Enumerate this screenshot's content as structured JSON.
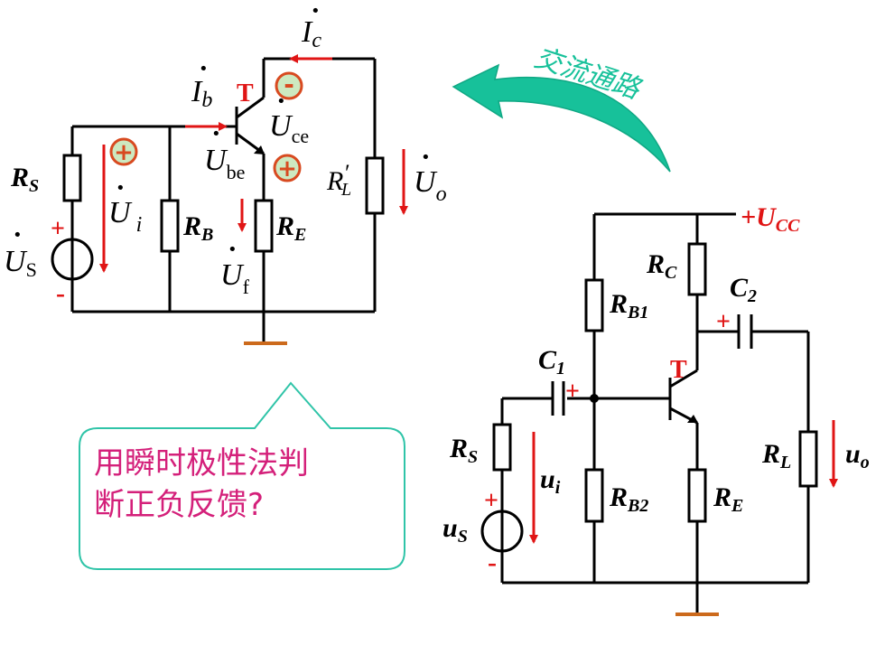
{
  "colors": {
    "wire": "#000000",
    "red": "#e01515",
    "ground": "#cc6a1c",
    "polarity_fill": "#cde9c0",
    "arrow_teal": "#17c19a",
    "callout_border": "#2fc4a8",
    "callout_text": "#d4207a",
    "label_red": "#e01515"
  },
  "icons": {
    "ground": "ground-symbol-icon",
    "source": "voltage-source-icon",
    "polarity": "polarity-circle-icon",
    "curved_arrow": "curved-arrow-icon"
  },
  "ac_circuit": {
    "rs": "R",
    "rs_sub": "S",
    "rb": "R",
    "rb_sub": "B",
    "re": "R",
    "re_sub": "E",
    "rl": "R",
    "rl_prime": "′",
    "rl_sub": "L",
    "transistor": "T",
    "us_sym": "U",
    "us_sub": "S",
    "ui_sym": "U",
    "ui_sub": "i",
    "ube_sym": "U",
    "ube_sub": "be",
    "uce_sym": "U",
    "uce_sub": "ce",
    "uf_sym": "U",
    "uf_sub": "f",
    "uo_sym": "U",
    "uo_sub": "o",
    "ib_sym": "I",
    "ib_sub": "b",
    "ic_sym": "I",
    "ic_sub": "c",
    "plus": "+",
    "minus": "-",
    "pol_plus": "+",
    "pol_minus": "-",
    "dot": "·"
  },
  "arrow_label": "交流通路",
  "full_circuit": {
    "vcc": "+U",
    "vcc_sub": "CC",
    "rc": "R",
    "rc_sub": "C",
    "c2": "C",
    "c2_sub": "2",
    "c1": "C",
    "c1_sub": "1",
    "rb1": "R",
    "rb1_sub": "B1",
    "rb2": "R",
    "rb2_sub": "B2",
    "re": "R",
    "re_sub": "E",
    "rl": "R",
    "rl_sub": "L",
    "rs": "R",
    "rs_sub": "S",
    "transistor": "T",
    "ui": "u",
    "ui_sub": "i",
    "us": "u",
    "us_sub": "S",
    "uo": "u",
    "uo_sub": "o",
    "plus": "+",
    "minus": "-"
  },
  "callout": {
    "line1": "用瞬时极性法判",
    "line2": "断正负反馈?"
  }
}
